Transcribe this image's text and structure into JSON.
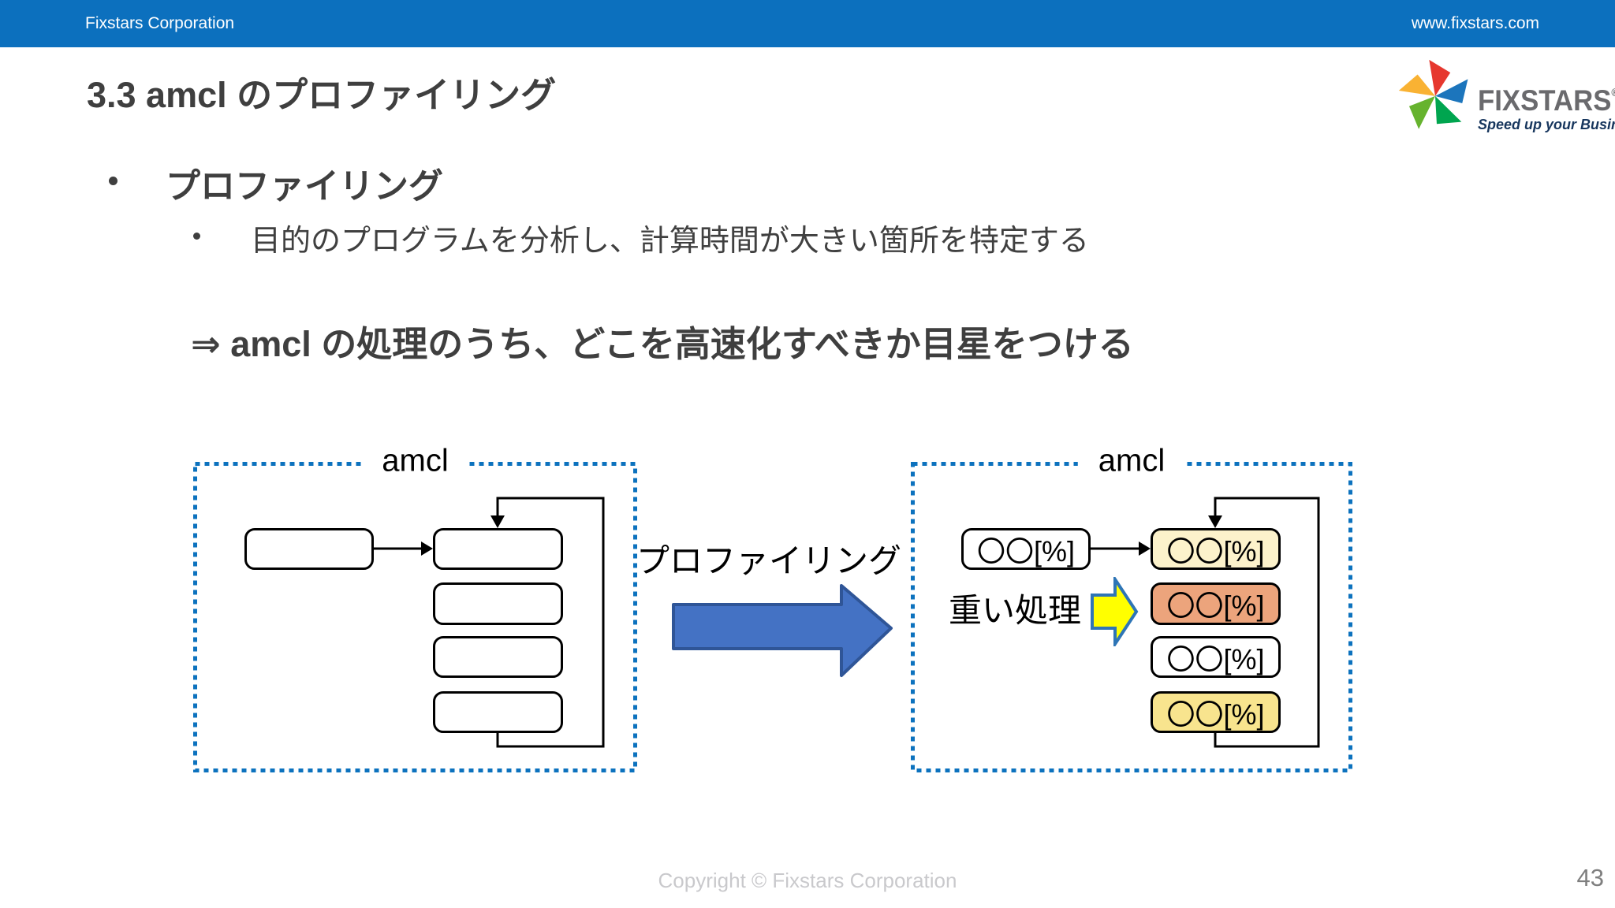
{
  "header": {
    "company": "Fixstars Corporation",
    "website": "www.fixstars.com"
  },
  "logo": {
    "brand": "FIXSTARS",
    "registered": "®",
    "tagline": "Speed up your Business"
  },
  "slide": {
    "title": "3.3 amcl のプロファイリング",
    "bullet1": "プロファイリング",
    "bullet1_sub": "目的のプログラムを分析し、計算時間が大きい箇所を特定する",
    "conclusion": "⇒ amcl の処理のうち、どこを高速化すべきか目星をつける"
  },
  "diagram": {
    "left_box": {
      "label": "amcl"
    },
    "transform_label": "プロファイリング",
    "right_box": {
      "label": "amcl",
      "input_label": "〇〇[%]",
      "heavy_label": "重い処理",
      "steps": [
        {
          "label": "〇〇[%]",
          "color": "#fcf2cb"
        },
        {
          "label": "〇〇[%]",
          "color": "#eca47c"
        },
        {
          "label": "〇〇[%]",
          "color": "#ffffff"
        },
        {
          "label": "〇〇[%]",
          "color": "#f8e48e"
        }
      ]
    },
    "colors": {
      "dotted_border": "#0c72be",
      "blue_arrow_fill": "#4472c4",
      "blue_arrow_border": "#2f5597",
      "yellow_arrow_fill": "#ffff00",
      "yellow_arrow_border": "#2e75b6",
      "header_bar": "#0c70be"
    }
  },
  "footer": {
    "copyright": "Copyright © Fixstars Corporation",
    "page": "43"
  }
}
